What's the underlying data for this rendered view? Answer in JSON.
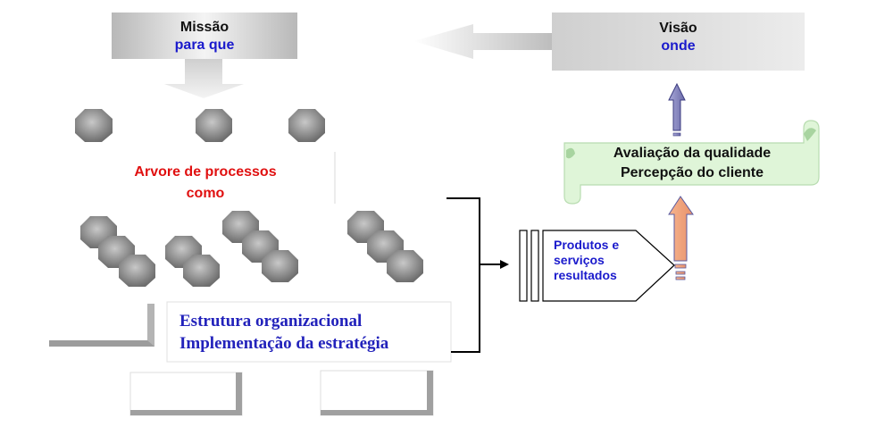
{
  "missao": {
    "title": "Missão",
    "subtitle": "para que"
  },
  "visao": {
    "title": "Visão",
    "subtitle": "onde"
  },
  "processos": {
    "line1": "Arvore de processos",
    "line2": "como"
  },
  "estrutura": {
    "line1": "Estrutura organizacional",
    "line2": "Implementação da estratégia"
  },
  "produtos": {
    "line1": "Produtos e",
    "line2": "serviços",
    "line3": "resultados"
  },
  "qualidade": {
    "line1": "Avaliação da qualidade",
    "line2": "Percepção do cliente"
  },
  "colors": {
    "title_text": "#111111",
    "subtitle_text": "#1a1acc",
    "process_text": "#e01010",
    "scroll_fill": "#dff5d8",
    "up_arrow_salmon": "#f0a07a",
    "up_arrow_blue": "#8080c0"
  }
}
